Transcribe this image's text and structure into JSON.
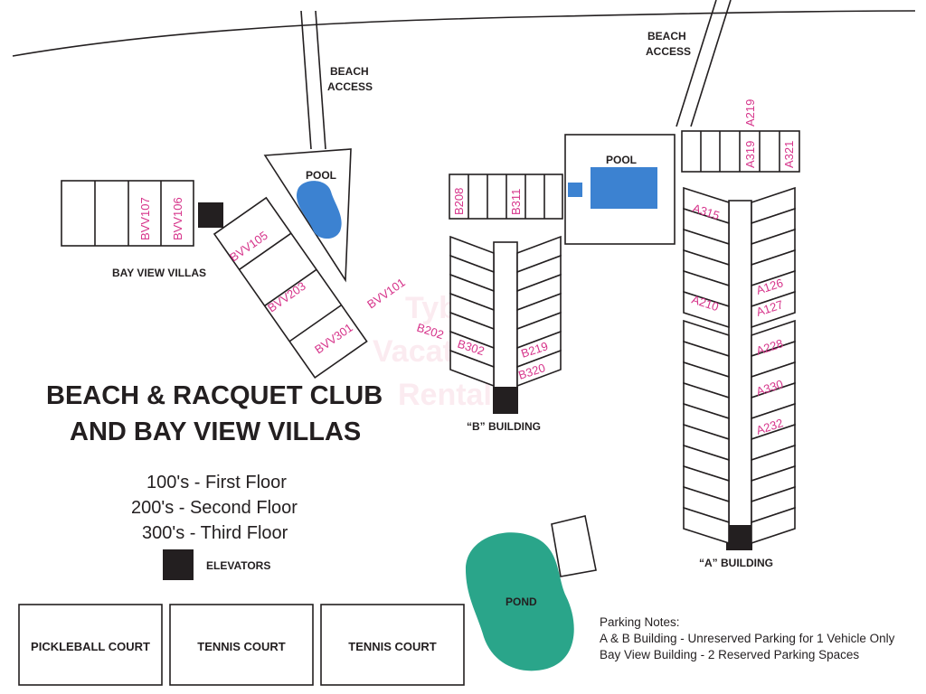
{
  "title": {
    "line1": "BEACH & RACQUET CLUB",
    "line2": "AND BAY VIEW VILLAS"
  },
  "legend": {
    "floors": [
      "100's - First Floor",
      "200's - Second Floor",
      "300's - Third Floor"
    ],
    "elevators": "ELEVATORS"
  },
  "labels": {
    "beach_access": "BEACH ACCESS",
    "pool": "POOL",
    "pond": "POND",
    "bay_view_villas": "BAY VIEW VILLAS",
    "b_building": "“B” BUILDING",
    "a_building": "“A” BUILDING"
  },
  "courts": [
    "PICKLEBALL COURT",
    "TENNIS COURT",
    "TENNIS COURT"
  ],
  "units": {
    "bvv": [
      "BVV107",
      "BVV106",
      "BVV105",
      "BVV203",
      "BVV301",
      "BVV101"
    ],
    "b": [
      "B208",
      "B311",
      "B202",
      "B302",
      "B219",
      "B320"
    ],
    "a": [
      "A219",
      "A319",
      "A321",
      "A315",
      "A210",
      "A126",
      "A127",
      "A228",
      "A330",
      "A232"
    ]
  },
  "parking_notes": {
    "title": "Parking Notes:",
    "lines": [
      "A & B Building - Unreserved Parking for 1 Vehicle Only",
      "Bay View Building - 2 Reserved Parking Spaces"
    ]
  },
  "watermark": [
    "Tybee",
    "Vacation",
    "Rentals"
  ],
  "colors": {
    "unit_text": "#d6338a",
    "pool": "#3c82d1",
    "pond": "#2aa58a",
    "elevator": "#231f20"
  }
}
